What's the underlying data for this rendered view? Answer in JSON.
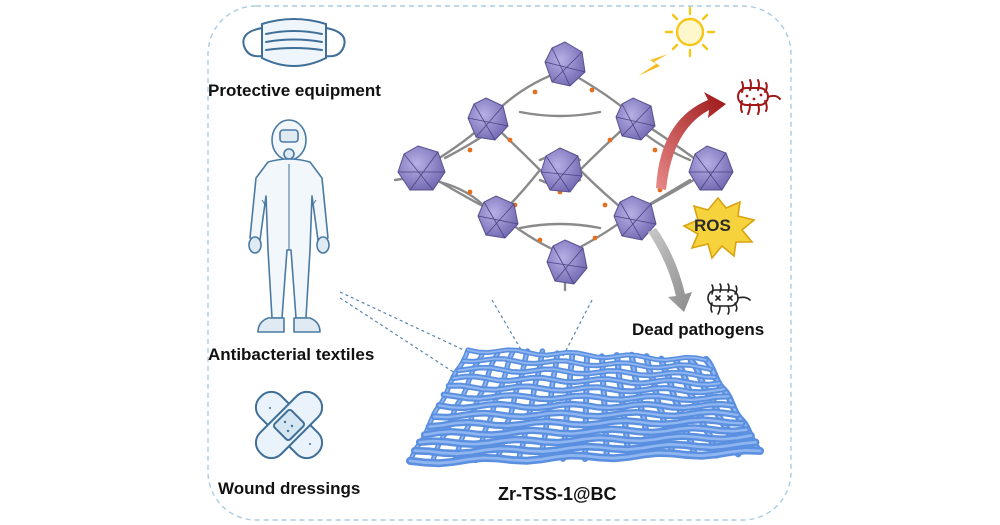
{
  "labels": {
    "protective": "Protective equipment",
    "antibacterial": "Antibacterial textiles",
    "wound": "Wound dressings",
    "dead": "Dead pathogens",
    "material": "Zr-TSS-1@BC",
    "ros": "ROS"
  },
  "colors": {
    "frame": "#9cc3dd",
    "outline_blue": "#3a6f99",
    "fabric": "#5b8fe0",
    "cluster": "#8f86c9",
    "linker": "#8a8a8a",
    "light_arrow": "#a51f1f",
    "ros_fill": "#f3cf3b",
    "dead_arrow": "#9a9a9a",
    "sun": "#f5c518"
  },
  "icons": [
    "face-mask-icon",
    "protective-suit-icon",
    "bandage-icon",
    "sun-icon",
    "bacteria-icon",
    "dead-bacteria-icon",
    "ros-burst-icon"
  ]
}
